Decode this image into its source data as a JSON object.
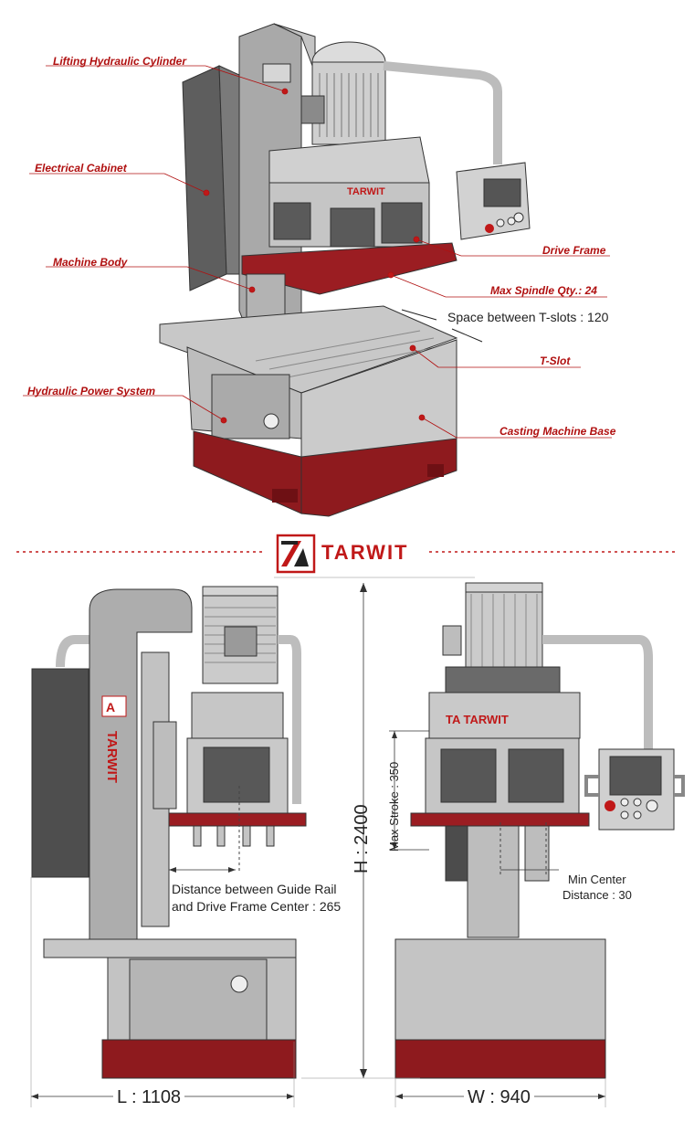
{
  "brand": {
    "name": "TARWIT",
    "accent": "#c01818",
    "logo": "ta-logo"
  },
  "callouts": {
    "lifting_hydraulic_cylinder": "Lifting Hydraulic Cylinder",
    "electrical_cabinet": "Electrical Cabinet",
    "machine_body": "Machine Body",
    "hydraulic_power_system": "Hydraulic Power System",
    "drive_frame": "Drive Frame",
    "max_spindle_qty": "Max Spindle Qty.: 24",
    "t_slot": "T-Slot",
    "casting_machine_base": "Casting Machine Base"
  },
  "dimensions": {
    "t_slot_spacing": "Space between T-slots : 120",
    "guide_rail_line1": "Distance between Guide Rail",
    "guide_rail_line2": "and Drive Frame Center : 265",
    "max_stroke": "Max Stroke : 350",
    "height": "H : 2400",
    "min_center_line1": "Min Center",
    "min_center_line2": "Distance : 30",
    "length": "L : 1108",
    "width": "W : 940"
  },
  "colors": {
    "red_base": "#8e1a1e",
    "body_grey": "#b9b9b9",
    "dark_panel": "#6a6a6a",
    "callout_red": "#b01010"
  }
}
